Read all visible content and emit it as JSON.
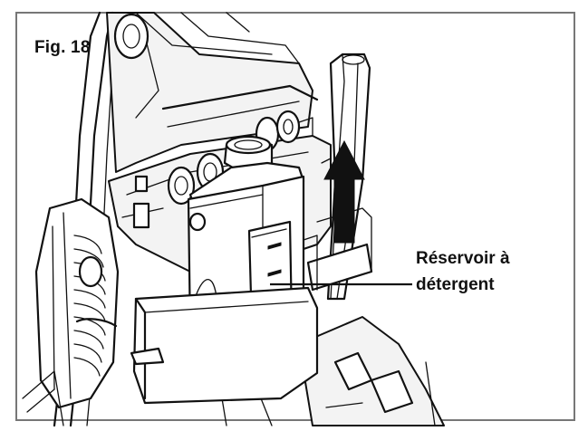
{
  "figure": {
    "label": "Fig. 18",
    "callout": {
      "line1": "Réservoir à",
      "line2": "détergent"
    }
  },
  "icons": {
    "arrow": "up-arrow-icon",
    "tank": "detergent-tank-illustration",
    "machine": "cleaner-machine-illustration"
  },
  "colors": {
    "ink": "#111111",
    "paper": "#ffffff",
    "border": "#777777"
  }
}
